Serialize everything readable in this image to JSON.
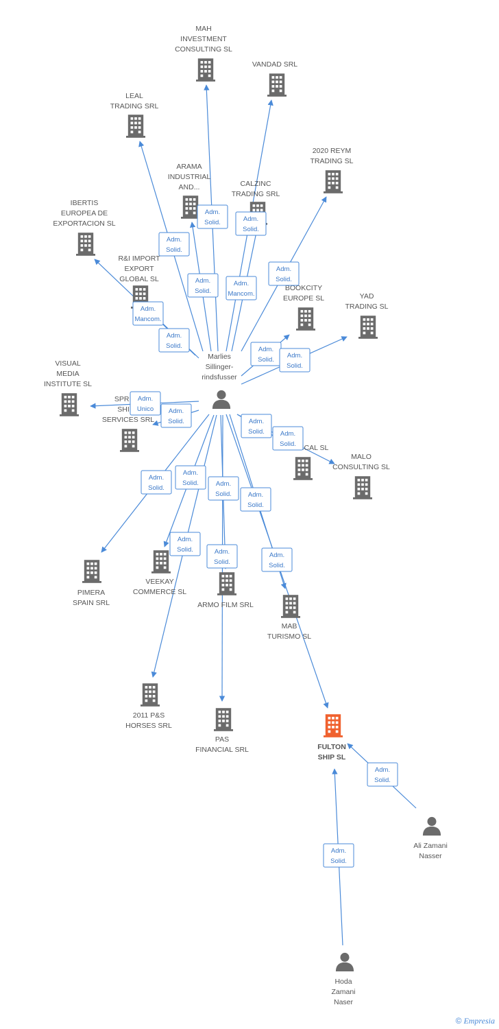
{
  "colors": {
    "edge": "#4a8ad8",
    "building": "#6b6b6b",
    "highlight": "#f0612e",
    "person": "#6b6b6b"
  },
  "footer": {
    "copyright_symbol": "©",
    "brand": "Empresia"
  },
  "nodes": [
    {
      "id": "mah",
      "type": "company",
      "icon": "building-icon",
      "label": [
        "MAH",
        "INVESTMENT",
        "CONSULTING SL"
      ]
    },
    {
      "id": "vandad",
      "type": "company",
      "icon": "building-icon",
      "label": [
        "VANDAD SRL"
      ]
    },
    {
      "id": "leal",
      "type": "company",
      "icon": "building-icon",
      "label": [
        "LEAL",
        "TRADING SRL"
      ]
    },
    {
      "id": "reym",
      "type": "company",
      "icon": "building-icon",
      "label": [
        "2020 REYM",
        "TRADING SL"
      ]
    },
    {
      "id": "arama",
      "type": "company",
      "icon": "building-icon",
      "label": [
        "ARAMA",
        "INDUSTRIAL",
        "AND..."
      ]
    },
    {
      "id": "calzinc",
      "type": "company",
      "icon": "building-icon",
      "label": [
        "CALZINC",
        "TRADING SRL"
      ]
    },
    {
      "id": "ibertis",
      "type": "company",
      "icon": "building-icon",
      "label": [
        "IBERTIS",
        "EUROPEA DE",
        "EXPORTACION SL"
      ]
    },
    {
      "id": "rimport",
      "type": "company",
      "icon": "building-icon",
      "label": [
        "R&I IMPORT",
        "EXPORT",
        "GLOBAL  SL"
      ]
    },
    {
      "id": "bookcity",
      "type": "company",
      "icon": "building-icon",
      "label": [
        "BOOKCITY",
        "EUROPE SL"
      ]
    },
    {
      "id": "yad",
      "type": "company",
      "icon": "building-icon",
      "label": [
        "YAD",
        "TRADING SL"
      ]
    },
    {
      "id": "visual",
      "type": "company",
      "icon": "building-icon",
      "label": [
        "VISUAL",
        "MEDIA",
        "INSTITUTE SL"
      ]
    },
    {
      "id": "spring",
      "type": "company",
      "icon": "building-icon",
      "label": [
        "SPRING",
        "SHIPP",
        "SERVICES SRL"
      ]
    },
    {
      "id": "ical",
      "type": "company",
      "icon": "building-icon",
      "label": [
        "ICAL SL"
      ]
    },
    {
      "id": "malo",
      "type": "company",
      "icon": "building-icon",
      "label": [
        "MALO",
        "CONSULTING SL"
      ]
    },
    {
      "id": "pimera",
      "type": "company",
      "icon": "building-icon",
      "label": [
        "PIMERA",
        "SPAIN SRL"
      ]
    },
    {
      "id": "veekay",
      "type": "company",
      "icon": "building-icon",
      "label": [
        "VEEKAY",
        "COMMERCE SL"
      ]
    },
    {
      "id": "armo",
      "type": "company",
      "icon": "building-icon",
      "label": [
        "ARMO FILM SRL"
      ]
    },
    {
      "id": "mab",
      "type": "company",
      "icon": "building-icon",
      "label": [
        "MAB",
        "TURISMO SL"
      ]
    },
    {
      "id": "ps",
      "type": "company",
      "icon": "building-icon",
      "label": [
        "2011 P&S",
        "HORSES SRL"
      ]
    },
    {
      "id": "pas",
      "type": "company",
      "icon": "building-icon",
      "label": [
        "PAS",
        "FINANCIAL SRL"
      ]
    },
    {
      "id": "fulton",
      "type": "company-highlight",
      "icon": "building-icon",
      "label": [
        "FULTON",
        "SHIP SL"
      ]
    },
    {
      "id": "marlies",
      "type": "person",
      "icon": "person-icon",
      "label": [
        "Marlies",
        "Sillinger-",
        "rindsfusser"
      ]
    },
    {
      "id": "ali",
      "type": "person",
      "icon": "person-icon",
      "label": [
        "Ali Zamani",
        "Nasser"
      ]
    },
    {
      "id": "hoda",
      "type": "person",
      "icon": "person-icon",
      "label": [
        "Hoda",
        "Zamani",
        "Naser"
      ]
    }
  ],
  "edges": [
    {
      "from": "marlies",
      "to": "mah",
      "relation": [
        "Adm.",
        "Solid."
      ]
    },
    {
      "from": "marlies",
      "to": "vandad",
      "relation": [
        "Adm.",
        "Solid."
      ]
    },
    {
      "from": "marlies",
      "to": "leal",
      "relation": [
        "Adm.",
        "Solid."
      ]
    },
    {
      "from": "marlies",
      "to": "arama",
      "relation": [
        "Adm.",
        "Solid."
      ]
    },
    {
      "from": "marlies",
      "to": "calzinc",
      "relation": [
        "Adm.",
        "Mancom."
      ]
    },
    {
      "from": "marlies",
      "to": "reym",
      "relation": [
        "Adm.",
        "Solid."
      ]
    },
    {
      "from": "marlies",
      "to": "ibertis",
      "relation": [
        "Adm.",
        "Mancom."
      ]
    },
    {
      "from": "marlies",
      "to": "rimport",
      "relation": [
        "Adm.",
        "Solid."
      ]
    },
    {
      "from": "marlies",
      "to": "bookcity",
      "relation": [
        "Adm.",
        "Solid."
      ]
    },
    {
      "from": "marlies",
      "to": "yad",
      "relation": [
        "Adm.",
        "Solid."
      ]
    },
    {
      "from": "marlies",
      "to": "visual",
      "relation": [
        "Adm.",
        "Unico"
      ]
    },
    {
      "from": "marlies",
      "to": "spring",
      "relation": [
        "Adm.",
        "Solid."
      ]
    },
    {
      "from": "marlies",
      "to": "ical",
      "relation": [
        "Adm.",
        "Solid."
      ]
    },
    {
      "from": "marlies",
      "to": "malo",
      "relation": [
        "Adm.",
        "Solid."
      ]
    },
    {
      "from": "marlies",
      "to": "pimera",
      "relation": [
        "Adm.",
        "Solid."
      ]
    },
    {
      "from": "marlies",
      "to": "veekay",
      "relation": [
        "Adm.",
        "Solid."
      ]
    },
    {
      "from": "marlies",
      "to": "armo",
      "relation": [
        "Adm.",
        "Solid."
      ]
    },
    {
      "from": "marlies",
      "to": "mab",
      "relation": [
        "Adm.",
        "Solid."
      ]
    },
    {
      "from": "marlies",
      "to": "ps",
      "relation": [
        "Adm.",
        "Solid."
      ]
    },
    {
      "from": "marlies",
      "to": "pas",
      "relation": [
        "Adm.",
        "Solid."
      ]
    },
    {
      "from": "marlies",
      "to": "fulton",
      "relation": [
        "Adm.",
        "Solid."
      ]
    },
    {
      "from": "ali",
      "to": "fulton",
      "relation": [
        "Adm.",
        "Solid."
      ]
    },
    {
      "from": "hoda",
      "to": "fulton",
      "relation": [
        "Adm.",
        "Solid."
      ]
    }
  ]
}
